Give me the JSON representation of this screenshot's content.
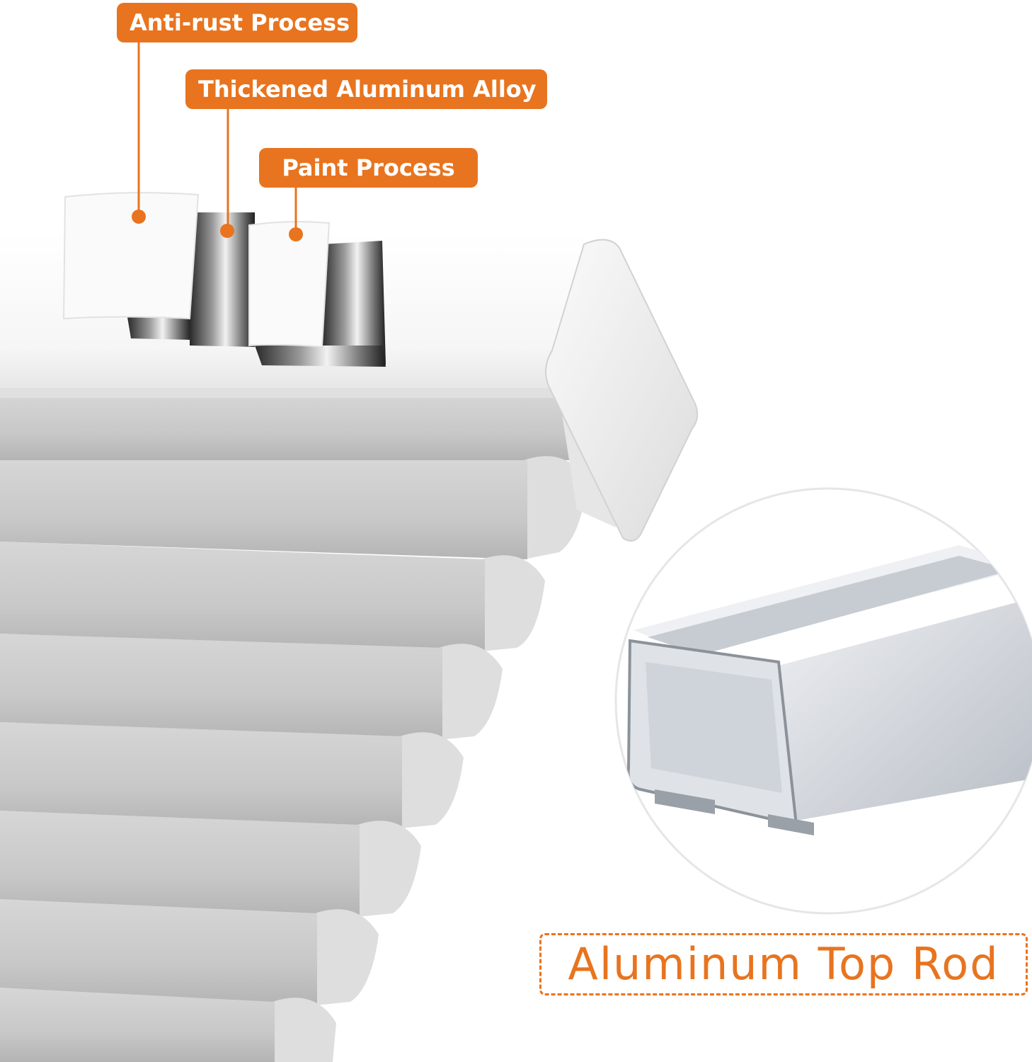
{
  "colors": {
    "accent": "#e8741f",
    "fabric": "#c9c9c9",
    "headrail": "#f4f4f4",
    "aluminum": "#c3c7ce"
  },
  "callouts": {
    "anti_rust": "Anti-rust Process",
    "aluminum_alloy": "Thickened Aluminum Alloy",
    "paint": "Paint Process"
  },
  "detail": {
    "label": "Aluminum Top Rod"
  }
}
